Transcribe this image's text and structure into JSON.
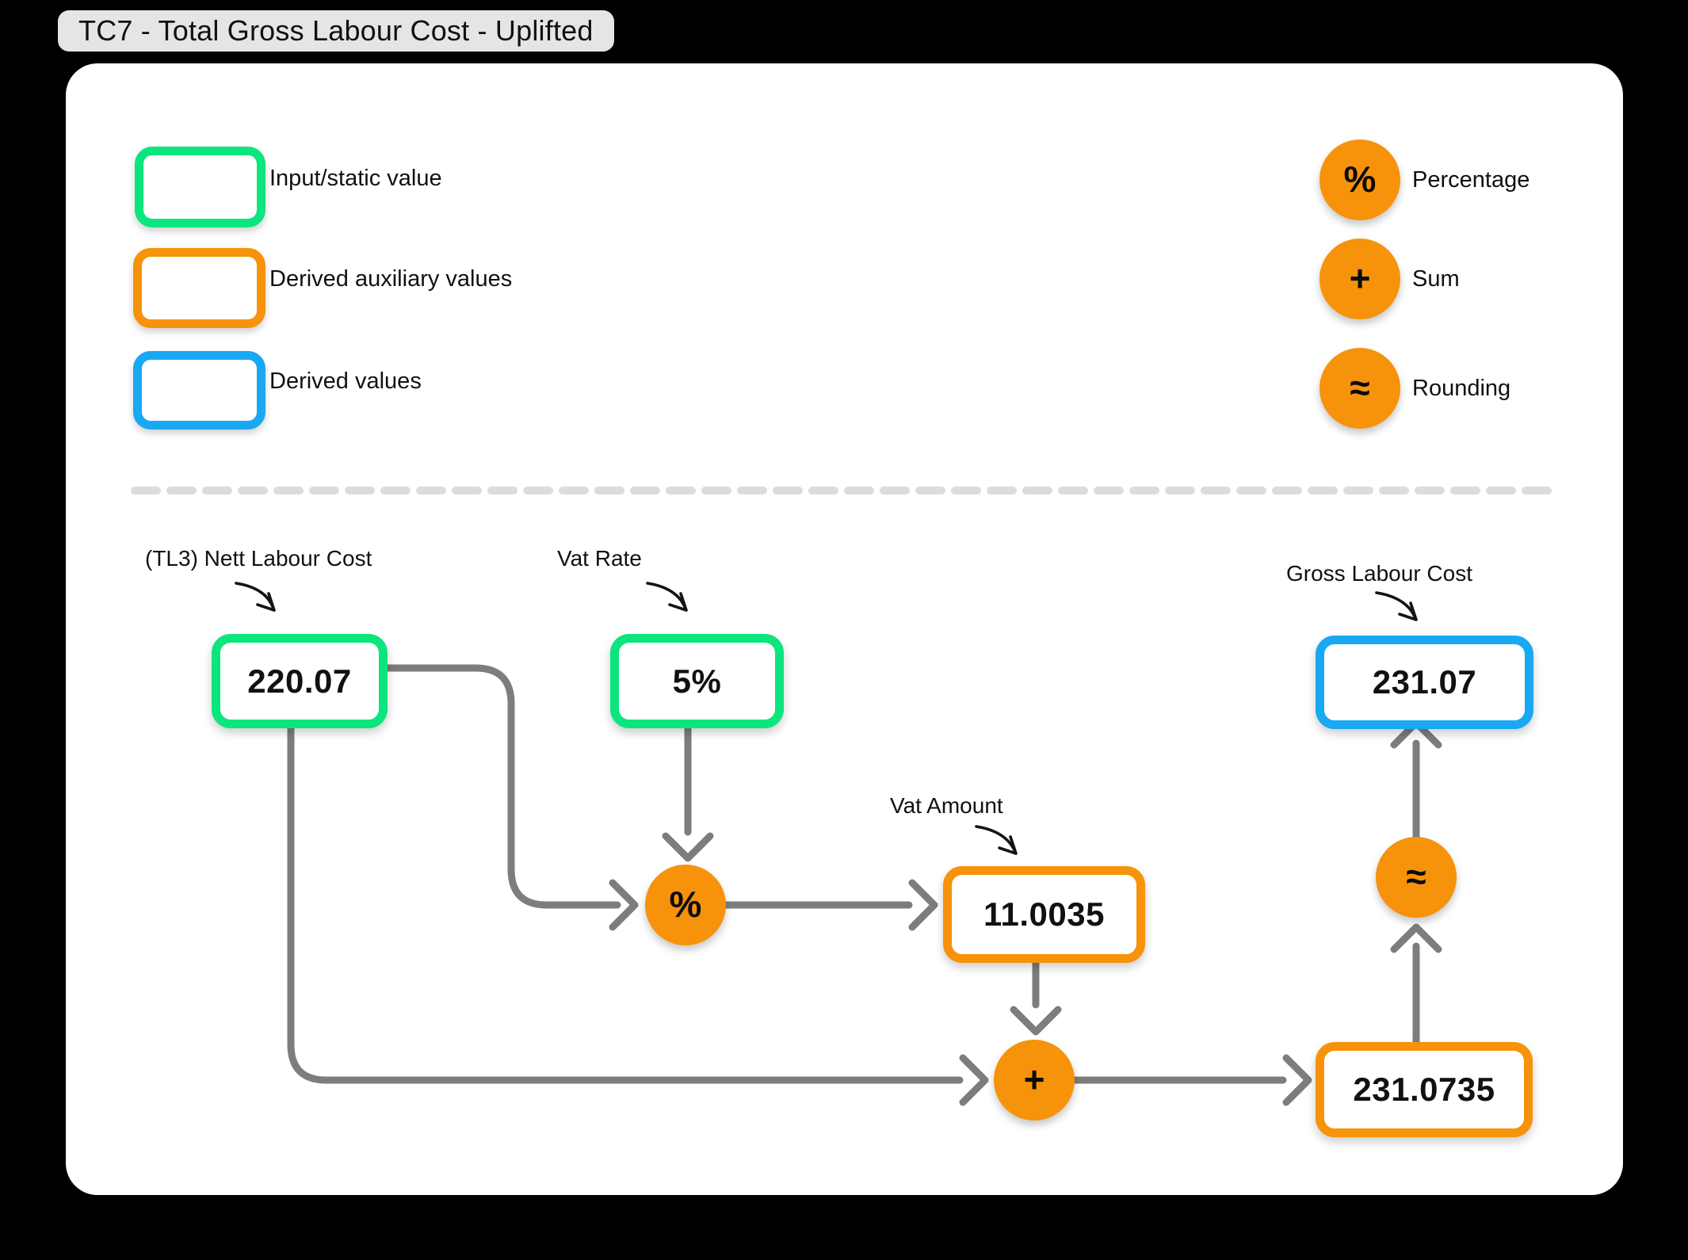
{
  "title": "TC7 - Total Gross Labour Cost - Uplifted",
  "legend": {
    "shapes": [
      {
        "label": "Input/static value"
      },
      {
        "label": "Derived auxiliary values"
      },
      {
        "label": "Derived values"
      }
    ],
    "operators": [
      {
        "symbol": "%",
        "label": "Percentage"
      },
      {
        "symbol": "+",
        "label": "Sum"
      },
      {
        "symbol": "≈",
        "label": "Rounding"
      }
    ]
  },
  "diagram": {
    "nodes": [
      {
        "annotation": "(TL3) Nett Labour Cost",
        "value": "220.07",
        "kind": "input"
      },
      {
        "annotation": "Vat Rate",
        "value": "5%",
        "kind": "input"
      },
      {
        "annotation": "Vat Amount",
        "value": "11.0035",
        "kind": "derived-auxiliary"
      },
      {
        "value": "231.0735",
        "kind": "derived-auxiliary"
      },
      {
        "annotation": "Gross Labour Cost",
        "value": "231.07",
        "kind": "derived"
      }
    ],
    "operators": [
      {
        "symbol": "%",
        "name": "percentage"
      },
      {
        "symbol": "+",
        "name": "sum"
      },
      {
        "symbol": "≈",
        "name": "rounding"
      }
    ]
  },
  "colors": {
    "input_stroke": "#0ce57e",
    "auxiliary_stroke": "#f7920b",
    "derived_stroke": "#19a8f2",
    "operator_fill": "#f7920b",
    "wire": "#7d7d7d",
    "divider": "#dcdcdc",
    "annotation_arrow": "#141414",
    "title_pill_bg": "#e5e5e7",
    "background": "#000000",
    "card_bg": "#ffffff"
  }
}
